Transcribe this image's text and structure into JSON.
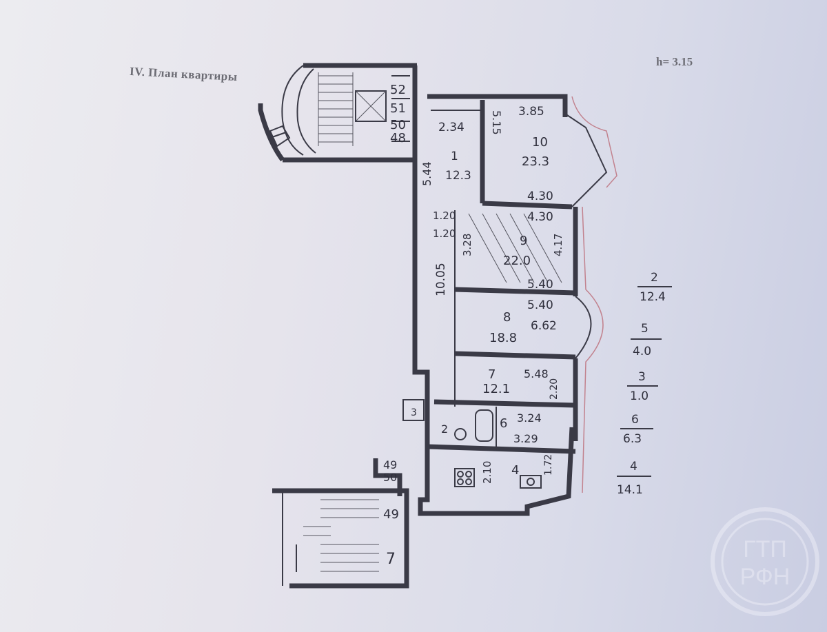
{
  "header": {
    "title": "IV. План квартиры",
    "ceiling_height": "h= 3.15"
  },
  "plan": {
    "stair_top_numbers": [
      "52",
      "51",
      "50",
      "48"
    ],
    "stair_bottom_numbers": [
      "49",
      "50",
      "49",
      "7"
    ],
    "small_room_number": "3",
    "rooms": [
      {
        "number": "1",
        "area": "12.3"
      },
      {
        "number": "10",
        "area": "23.3"
      },
      {
        "number": "9",
        "area": "22.0"
      },
      {
        "number": "8",
        "area": "18.8"
      },
      {
        "number": "7",
        "area": "12.1"
      },
      {
        "number": "6",
        "area": ""
      },
      {
        "number": "4",
        "area": ""
      },
      {
        "number": "2",
        "area": ""
      }
    ],
    "dimensions": {
      "d_2_34": "2.34",
      "d_5_15": "5.15",
      "d_3_85": "3.85",
      "d_5_44": "5.44",
      "d_4_30_a": "4.30",
      "d_4_30_b": "4.30",
      "d_1_20": "1.20",
      "d_1_20_b": "1.20",
      "d_3_28": "3.28",
      "d_4_17": "4.17",
      "d_10_05": "10.05",
      "d_5_40_a": "5.40",
      "d_5_40_b": "5.40",
      "d_6_62": "6.62",
      "d_5_48": "5.48",
      "d_2_20": "2.20",
      "d_3_24": "3.24",
      "d_3_29": "3.29",
      "d_1_72": "1.72",
      "d_2_10": "2.10"
    }
  },
  "legend": [
    {
      "number": "2",
      "area": "12.4"
    },
    {
      "number": "5",
      "area": "4.0"
    },
    {
      "number": "3",
      "area": "1.0"
    },
    {
      "number": "6",
      "area": "6.3"
    },
    {
      "number": "4",
      "area": "14.1"
    }
  ],
  "watermark": {
    "top": "ГТП",
    "bottom": "РФН"
  }
}
